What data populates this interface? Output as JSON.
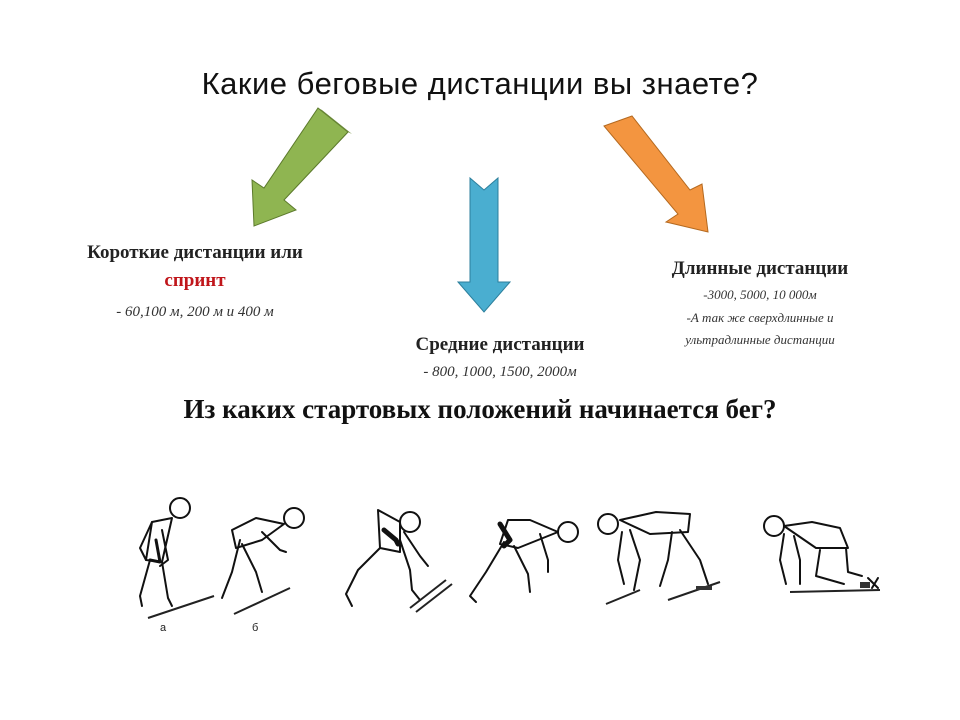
{
  "title": "Какие беговые дистанции вы знаете?",
  "colors": {
    "arrow_left": "#8fb551",
    "arrow_middle": "#4aaed0",
    "arrow_right": "#f39540",
    "accent_red": "#c0161b"
  },
  "short": {
    "heading_line1": "Короткие дистанции или",
    "heading_line2": "спринт",
    "detail": "- 60,100 м, 200 м и 400 м"
  },
  "middle": {
    "heading": "Средние дистанции",
    "detail": "- 800, 1000, 1500, 2000м"
  },
  "long": {
    "heading": "Длинные дистанции",
    "detail1": "-3000, 5000, 10 000м",
    "detail2": "-А так же сверхдлинные и",
    "detail3": "ультрадлинные дистанции"
  },
  "question": "Из каких стартовых положений начинается бег?",
  "figures": {
    "label_a": "а",
    "label_b": "б"
  }
}
